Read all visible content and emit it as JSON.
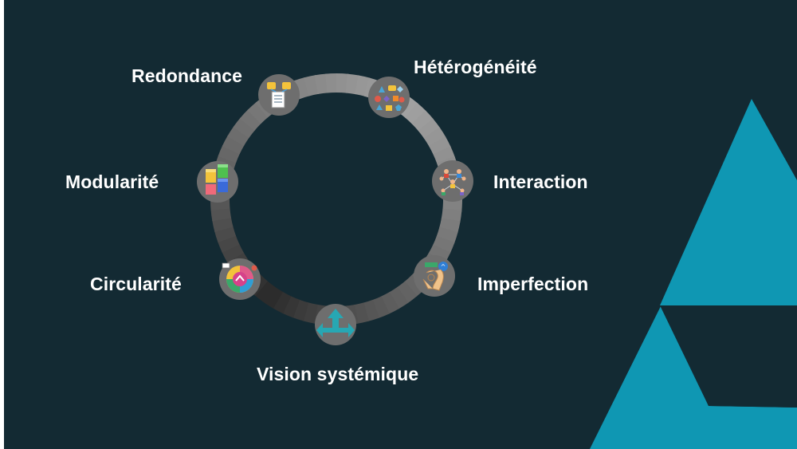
{
  "diagram": {
    "type": "cycle",
    "nodes": [
      {
        "id": "redondance",
        "label": "Redondance",
        "icon": "database-document-icon"
      },
      {
        "id": "heterogeneite",
        "label": "Hétérogénéité",
        "icon": "shapes-network-icon"
      },
      {
        "id": "interaction",
        "label": "Interaction",
        "icon": "people-network-icon"
      },
      {
        "id": "imperfection",
        "label": "Imperfection",
        "icon": "hand-ok-icon"
      },
      {
        "id": "vision",
        "label": "Vision systémique",
        "icon": "arrows-split-icon"
      },
      {
        "id": "circularite",
        "label": "Circularité",
        "icon": "circular-cycle-icon"
      },
      {
        "id": "modularite",
        "label": "Modularité",
        "icon": "cubes-icon"
      }
    ]
  },
  "colors": {
    "background": "#132a33",
    "accent": "#0f97b3",
    "ring_light": "#a3a3a3",
    "ring_dark": "#2a2a2a",
    "node_circle": "#6e6e6e",
    "text": "#ffffff"
  }
}
